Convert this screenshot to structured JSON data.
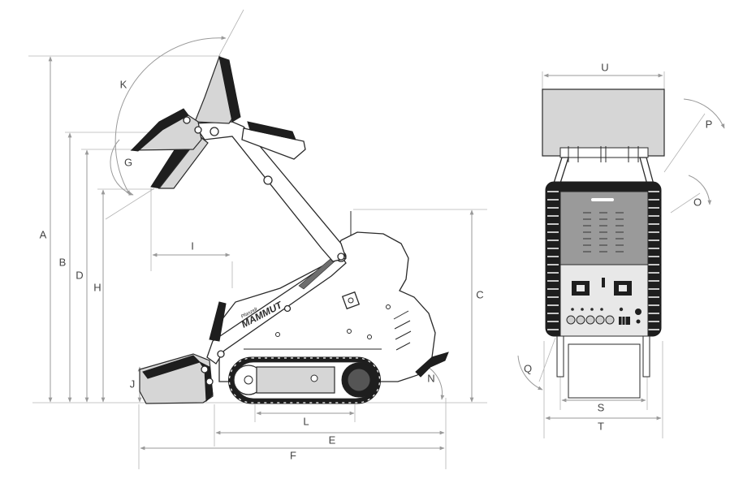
{
  "brand": {
    "name": "MAMMUT",
    "maker": "Pfanzelt"
  },
  "dimension_labels": {
    "A": "A",
    "B": "B",
    "C": "C",
    "D": "D",
    "E": "E",
    "F": "F",
    "G": "G",
    "H": "H",
    "I": "I",
    "J": "J",
    "K": "K",
    "L": "L",
    "N": "N",
    "O": "O",
    "P": "P",
    "Q": "Q",
    "S": "S",
    "T": "T",
    "U": "U"
  },
  "colors": {
    "ink": "#2a2a2a",
    "dimension_line": "#9a9a9a",
    "bucket_fill": "#d6d6d6",
    "track": "#1e1e1e"
  }
}
